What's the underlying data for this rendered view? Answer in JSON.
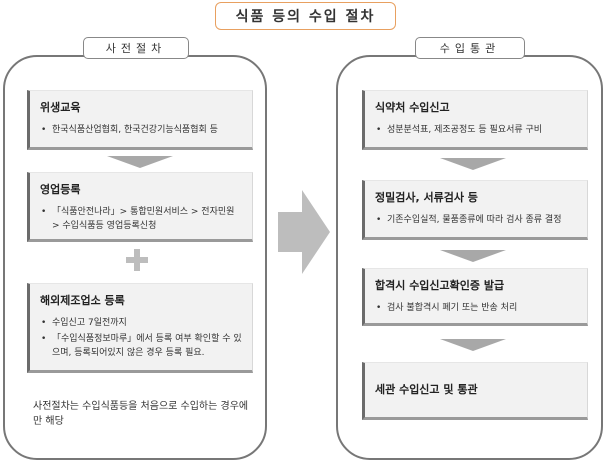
{
  "title": "식품 등의 수입 절차",
  "left": {
    "label": "사전절차",
    "boxes": [
      {
        "title": "위생교육",
        "bullets": [
          "한국식품산업협회, 한국건강기능식품협회 등"
        ]
      },
      {
        "title": "영업등록",
        "bullets": [
          "「식품안전나라」> 통합민원서비스 > 전자민원 > 수입식품등 영업등록신청"
        ]
      },
      {
        "title": "해외제조업소 등록",
        "bullets": [
          "수입신고 7일전까지",
          "「수입식품정보마루」에서 등록 여부 확인할 수 있으며, 등록되어있지 않은 경우 등록 필요."
        ]
      }
    ],
    "note": "사전절차는 수입식품등을 처음으로 수입하는 경우에만 해당"
  },
  "right": {
    "label": "수입통관",
    "boxes": [
      {
        "title": "식약처 수입신고",
        "bullets": [
          "성분분석표, 제조공정도 등 필요서류 구비"
        ]
      },
      {
        "title": "정밀검사, 서류검사 등",
        "bullets": [
          "기존수입실적, 물품종류에 따라 검사 종류 결정"
        ]
      },
      {
        "title": "합격시 수입신고확인증 발급",
        "bullets": [
          "검사 불합격시 폐기 또는 반송 처리"
        ]
      },
      {
        "title": "세관 수입신고 및 통관",
        "bullets": []
      }
    ]
  },
  "colors": {
    "title_border": "#e8a060",
    "panel_border": "#777777",
    "arrow": "#bdbdbd"
  }
}
